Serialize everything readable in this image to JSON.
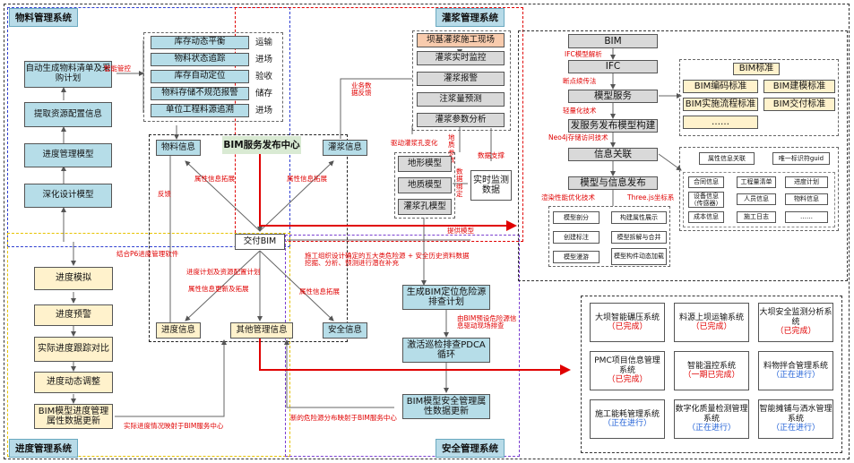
{
  "regions": {
    "material": "物料管理系统",
    "grouting": "灌浆管理系统",
    "progress": "进度管理系统",
    "safety": "安全管理系统"
  },
  "material": {
    "left_boxes": [
      "自动生成物料清单及采购计划",
      "提取资源配置信息",
      "进度管理模型",
      "深化设计模型"
    ],
    "smart_label": "智能管控",
    "items": [
      {
        "label": "库存动态平衡",
        "tag": "运输"
      },
      {
        "label": "物料状态追踪",
        "tag": "进场"
      },
      {
        "label": "库存自动定位",
        "tag": "验收"
      },
      {
        "label": "物料存储不规范报警",
        "tag": "储存"
      },
      {
        "label": "单位工程料源追溯",
        "tag": "进场"
      }
    ],
    "feedback": "反馈"
  },
  "grouting": {
    "items": [
      "坝基灌浆施工现场",
      "灌浆实时监控",
      "灌浆报警",
      "注浆量预测",
      "灌浆参数分析"
    ],
    "data_feedback": "业务数据反馈",
    "hole_change": "驱动灌浆孔变化",
    "geo_param": "地质参数",
    "models": [
      "地形模型",
      "地质模型",
      "灌浆孔模型"
    ],
    "data_binding": "数据绑定",
    "data_support": "数据支撑",
    "realtime": "实时监测数据",
    "provide_model": "提供模型"
  },
  "center": {
    "title": "BIM服务发布中心",
    "material_info": "物料信息",
    "grouting_info": "灌浆信息",
    "delivery_bim": "交付BIM",
    "progress_info": "进度信息",
    "other_info": "其他管理信息",
    "safety_info": "安全信息",
    "attr_ext_1": "属性信息拓展",
    "attr_ext_2": "属性信息拓展",
    "attr_ext_3": "属性信息拓展",
    "progress_plan": "进度计划及资源配置计划",
    "attr_update": "属性信息更新及拓展",
    "safety_text": "施工组织设计确定的五大类危险源 + 安全历史资料数据挖掘、分析、预测进行潜在补充"
  },
  "progress": {
    "p6": "结合P6进度管理软件",
    "items": [
      "进度模拟",
      "进度预警",
      "实际进度跟踪对比",
      "进度动态调整",
      "BIM模型进度管理属性数据更新"
    ],
    "map_label": "实际进度情况映射于BIM服务中心"
  },
  "safety": {
    "items": [
      "生成BIM定位危险源排查计划",
      "激活巡检排查PDCA循环",
      "BIM模型安全管理属性数据更新"
    ],
    "drive_label": "由BIM预设危险源信息驱动现场排查",
    "map_label": "新的危险源分布映射于BIM服务中心"
  },
  "bim_flow": {
    "bim": "BIM",
    "ifc_parse": "IFC模型解析",
    "ifc": "IFC",
    "resume": "断点续传法",
    "model_service": "模型服务",
    "lightweight": "轻量化技术",
    "publish": "发服务发布模型构建",
    "neo4j": "Neo4j存储访问技术",
    "info_assoc": "信息关联",
    "model_info": "模型与信息发布",
    "render_opt": "渲染性能优化技术",
    "threejs": "Three.js坐标系",
    "functions": [
      "模型剖分",
      "构建属性展示",
      "创建标注",
      "模型拆解与合并",
      "模型漫游",
      "模型构件动态加载"
    ]
  },
  "standards": {
    "title": "BIM标准",
    "items": [
      "BIM编码标准",
      "BIM建模标准",
      "BIM实施流程标准",
      "BIM交付标准",
      "……"
    ]
  },
  "info": {
    "attr_link": "属性信息关联",
    "guid": "唯一标识符guid",
    "cells": [
      "合同信息",
      "工程量清单",
      "进度计划",
      "设备信息（传感器）",
      "人员信息",
      "物料信息",
      "成本信息",
      "施工日志",
      "……"
    ]
  },
  "systems": [
    {
      "name": "大坝智能碾压系统",
      "status": "已完成",
      "color": "#e00000"
    },
    {
      "name": "料源上坝运输系统",
      "status": "已完成",
      "color": "#e00000"
    },
    {
      "name": "大坝安全监测分析系统",
      "status": "已完成",
      "color": "#e00000"
    },
    {
      "name": "PMC项目信息管理系统",
      "status": "已完成",
      "color": "#e00000"
    },
    {
      "name": "智能温控系统",
      "status": "一期已完成",
      "color": "#e00000"
    },
    {
      "name": "料物拌合管理系统",
      "status": "正在进行",
      "color": "#1f5fd6"
    },
    {
      "name": "施工能耗管理系统",
      "status": "正在进行",
      "color": "#1f5fd6"
    },
    {
      "name": "数字化质量检测管理系统",
      "status": "正在进行",
      "color": "#1f5fd6"
    },
    {
      "name": "智能摊铺与洒水管理系统",
      "status": "正在进行",
      "color": "#1f5fd6"
    }
  ]
}
